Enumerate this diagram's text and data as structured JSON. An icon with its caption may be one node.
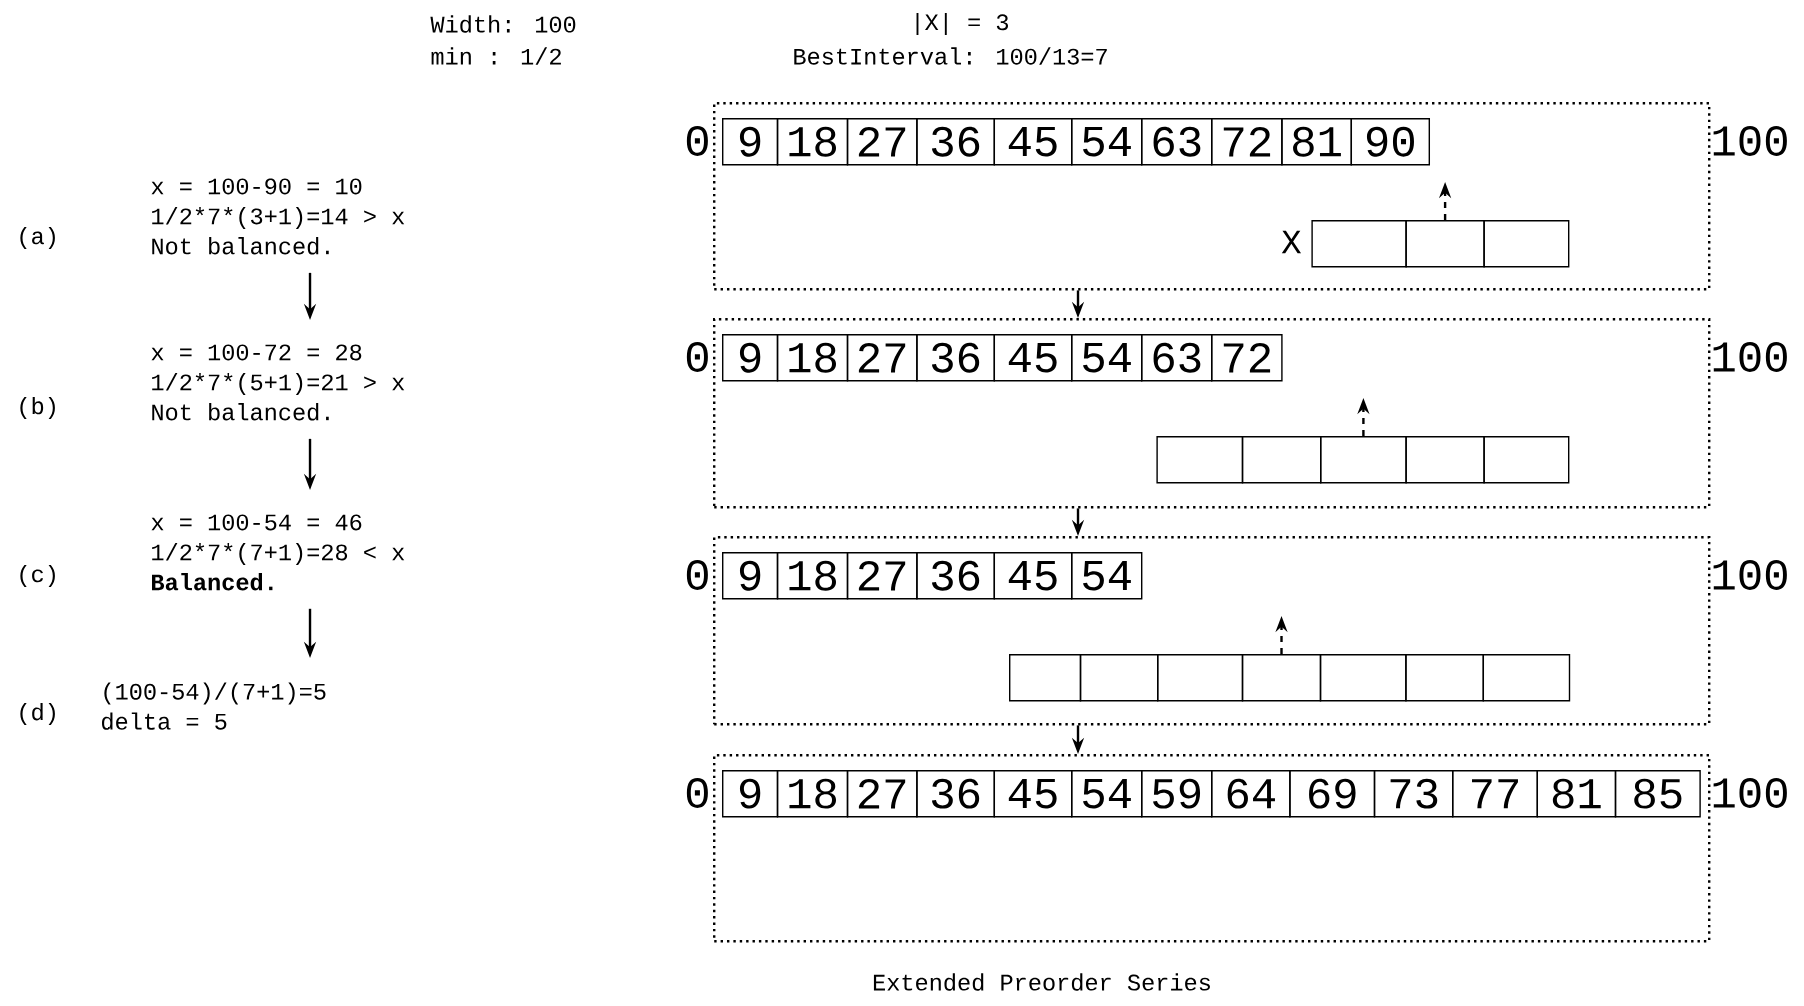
{
  "diagram": {
    "caption": "Extended Preorder Series",
    "nodes": [
      {
        "text": [
          "x = 100-90 = 10",
          "1/2*7*(3+1)=14 > x",
          "Not balanced."
        ]
      },
      {
        "text": [
          "x = 100-72 = 28",
          "1/2*7*(5+1)=21 > x",
          "Not balanced."
        ]
      },
      {
        "text": [
          "x = 100-54 = 46",
          "1/2*7*(7+1)=28 < x",
          "Balanced."
        ]
      },
      {
        "text": [
          "(100-54)/(7+1)=5",
          "delta = 5"
        ]
      },
      {
        "text": [],
        "shape": "box",
        "beside": [
          "0",
          "100"
        ]
      },
      {
        "text": [
          "9"
        ],
        "in": 4
      },
      {
        "text": [
          "18"
        ],
        "in": 4
      },
      {
        "text": [
          "27"
        ],
        "in": 4
      },
      {
        "text": [
          "36"
        ],
        "in": 4
      },
      {
        "text": [
          "45"
        ],
        "in": 4
      },
      {
        "text": [
          "54"
        ],
        "in": 4
      },
      {
        "text": [
          "63"
        ],
        "in": 4
      },
      {
        "text": [
          "72"
        ],
        "in": 4
      },
      {
        "text": [
          "81"
        ],
        "in": 4
      },
      {
        "text": [
          "90"
        ],
        "in": 4
      },
      {
        "text": [],
        "shape": "box",
        "in": 4
      },
      {
        "text": [],
        "shape": "box",
        "in": 4
      },
      {
        "text": [],
        "shape": "box",
        "in": 4
      },
      {
        "text": [],
        "shape": "box",
        "beside": [
          "0",
          "100"
        ]
      },
      {
        "text": [
          "9"
        ],
        "in": 18
      },
      {
        "text": [
          "18"
        ],
        "in": 18
      },
      {
        "text": [
          "27"
        ],
        "in": 18
      },
      {
        "text": [
          "36"
        ],
        "in": 18
      },
      {
        "text": [
          "45"
        ],
        "in": 18
      },
      {
        "text": [
          "54"
        ],
        "in": 18
      },
      {
        "text": [
          "63"
        ],
        "in": 18
      },
      {
        "text": [
          "72"
        ],
        "in": 18
      },
      {
        "text": [],
        "shape": "box",
        "in": 18
      },
      {
        "text": [],
        "shape": "box",
        "in": 18
      },
      {
        "text": [],
        "shape": "box",
        "in": 18
      },
      {
        "text": [],
        "shape": "box",
        "in": 18
      },
      {
        "text": [],
        "shape": "box",
        "in": 18
      },
      {
        "text": [],
        "shape": "box",
        "beside": [
          "0",
          "100"
        ]
      },
      {
        "text": [
          "9"
        ],
        "in": 32
      },
      {
        "text": [
          "18"
        ],
        "in": 32
      },
      {
        "text": [
          "27"
        ],
        "in": 32
      },
      {
        "text": [
          "36"
        ],
        "in": 32
      },
      {
        "text": [
          "45"
        ],
        "in": 32
      },
      {
        "text": [
          "54"
        ],
        "in": 32
      },
      {
        "text": [],
        "shape": "box",
        "in": 32
      },
      {
        "text": [],
        "shape": "box",
        "in": 32
      },
      {
        "text": [],
        "shape": "box",
        "in": 32
      },
      {
        "text": [],
        "shape": "box",
        "in": 32
      },
      {
        "text": [],
        "shape": "box",
        "in": 32
      },
      {
        "text": [],
        "shape": "box",
        "in": 32
      },
      {
        "text": [],
        "shape": "box",
        "in": 32
      },
      {
        "text": [],
        "shape": "box",
        "beside": [
          "0",
          "100"
        ]
      },
      {
        "text": [
          "9"
        ],
        "in": 46
      },
      {
        "text": [
          "18"
        ],
        "in": 46
      },
      {
        "text": [
          "27"
        ],
        "in": 46
      },
      {
        "text": [
          "36"
        ],
        "in": 46
      },
      {
        "text": [
          "45"
        ],
        "in": 46
      },
      {
        "text": [
          "54"
        ],
        "in": 46
      },
      {
        "text": [
          "59"
        ],
        "in": 46
      },
      {
        "text": [
          "64"
        ],
        "in": 46
      },
      {
        "text": [
          "69"
        ],
        "in": 46
      },
      {
        "text": [
          "73"
        ],
        "in": 46
      },
      {
        "text": [
          "77"
        ],
        "in": 46
      },
      {
        "text": [
          "81"
        ],
        "in": 46
      },
      {
        "text": [
          "85"
        ],
        "in": 46
      }
    ],
    "edges": [
      {
        "from": 0,
        "to": 1,
        "arrow": "to"
      },
      {
        "from": 1,
        "to": 2,
        "arrow": "to"
      },
      {
        "from": 2,
        "to": 3,
        "arrow": "to"
      },
      {
        "from": 4,
        "to": 18,
        "arrow": "to"
      },
      {
        "from": 18,
        "to": 32,
        "arrow": "to"
      },
      {
        "from": 32,
        "to": 46,
        "arrow": "to"
      },
      {
        "from": 16,
        "to": null,
        "arrow": "to",
        "style": "dashed"
      },
      {
        "from": 29,
        "to": null,
        "arrow": "to",
        "style": "dashed"
      },
      {
        "from": 42,
        "to": null,
        "arrow": "to",
        "style": "dashed"
      }
    ],
    "labels": [
      "Width: 100",
      "|X| = 3",
      "min : 1/2",
      "BestInterval: 100/13=7",
      "(a)",
      "X",
      "(b)",
      "(c)",
      "(d)"
    ]
  }
}
